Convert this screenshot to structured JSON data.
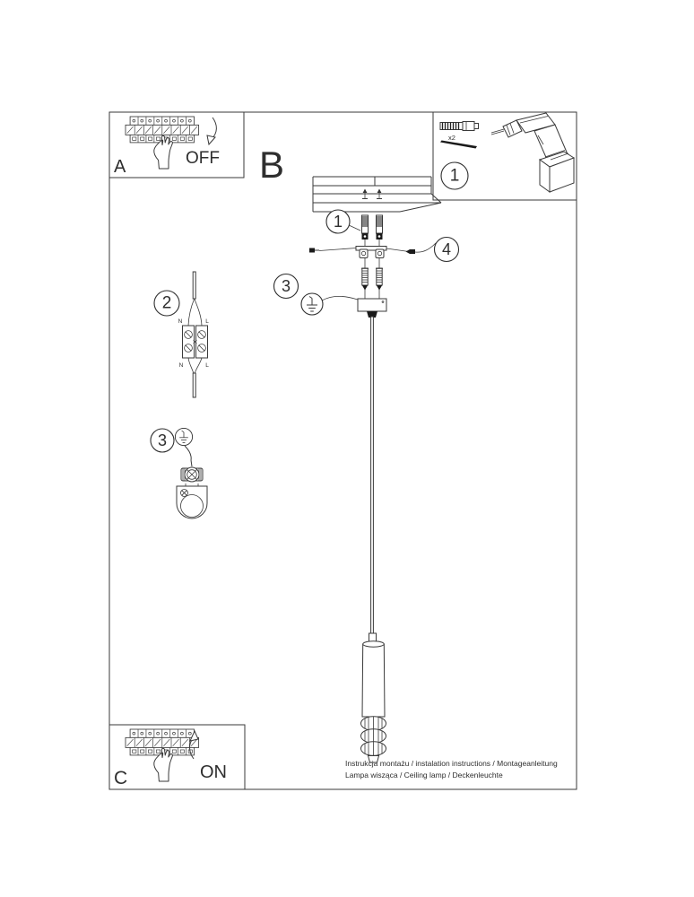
{
  "colors": {
    "ink": "#333333",
    "paper": "#ffffff"
  },
  "panel_a": {
    "label": "A",
    "state": "OFF"
  },
  "section_label": "B",
  "panel_c": {
    "label": "C",
    "state": "ON"
  },
  "kit": {
    "step": "1",
    "qty": "x2"
  },
  "steps": {
    "one": "1",
    "two": "2",
    "three": "3",
    "four": "4"
  },
  "connector": {
    "n_top": "N",
    "l_top": "L",
    "n_bottom": "N",
    "l_bottom": "L"
  },
  "footer": {
    "line1": "Instrukcja montażu / instalation instructions / Montageanleitung",
    "line2": "Lampa wisząca / Ceiling lamp / Deckenleuchte"
  }
}
